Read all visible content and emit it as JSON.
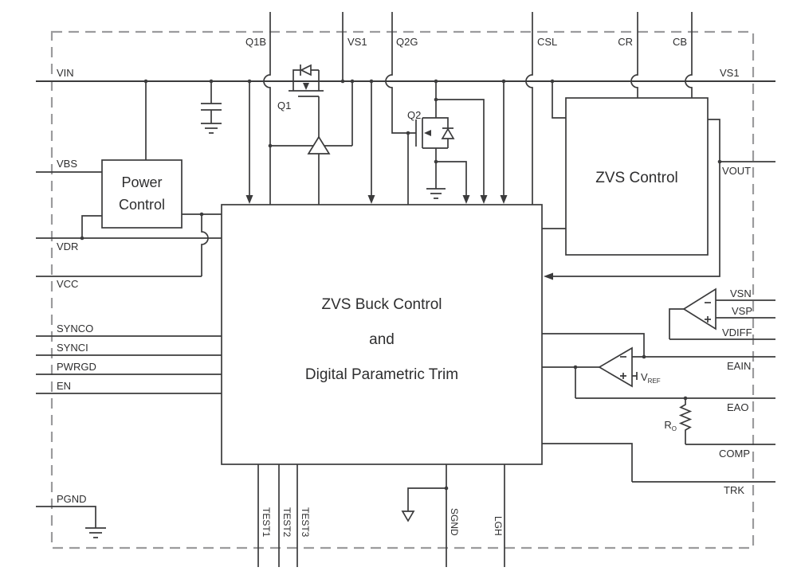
{
  "blocks": {
    "main": {
      "line1": "ZVS Buck Control",
      "line2": "and",
      "line3": "Digital Parametric Trim"
    },
    "zvs_control": {
      "label": "ZVS Control"
    },
    "power_control": {
      "line1": "Power",
      "line2": "Control"
    }
  },
  "pins": {
    "top": [
      {
        "label": "Q1B"
      },
      {
        "label": "VS1"
      },
      {
        "label": "Q2G"
      },
      {
        "label": "CSL"
      },
      {
        "label": "CR"
      },
      {
        "label": "CB"
      }
    ],
    "left": [
      {
        "label": "VIN"
      },
      {
        "label": "VBS"
      },
      {
        "label": "VDR"
      },
      {
        "label": "VCC"
      },
      {
        "label": "SYNCO"
      },
      {
        "label": "SYNCI"
      },
      {
        "label": "PWRGD"
      },
      {
        "label": "EN"
      },
      {
        "label": "PGND"
      }
    ],
    "right": [
      {
        "label": "VS1"
      },
      {
        "label": "VOUT"
      },
      {
        "label": "VSN"
      },
      {
        "label": "VSP"
      },
      {
        "label": "VDIFF"
      },
      {
        "label": "EAIN"
      },
      {
        "label": "EAO"
      },
      {
        "label": "COMP"
      },
      {
        "label": "TRK"
      }
    ],
    "bottom": [
      {
        "label": "TEST1"
      },
      {
        "label": "TEST2"
      },
      {
        "label": "TEST3"
      },
      {
        "label": "SGND"
      },
      {
        "label": "LGH"
      }
    ]
  },
  "components": {
    "q1": "Q1",
    "q2": "Q2",
    "vref": {
      "base": "V",
      "sub": "REF"
    },
    "r": {
      "base": "R",
      "sub": "O"
    }
  },
  "colors": {
    "wire": "#3b3b3c",
    "boundary": "#9b9b9d",
    "background": "#ffffff"
  }
}
